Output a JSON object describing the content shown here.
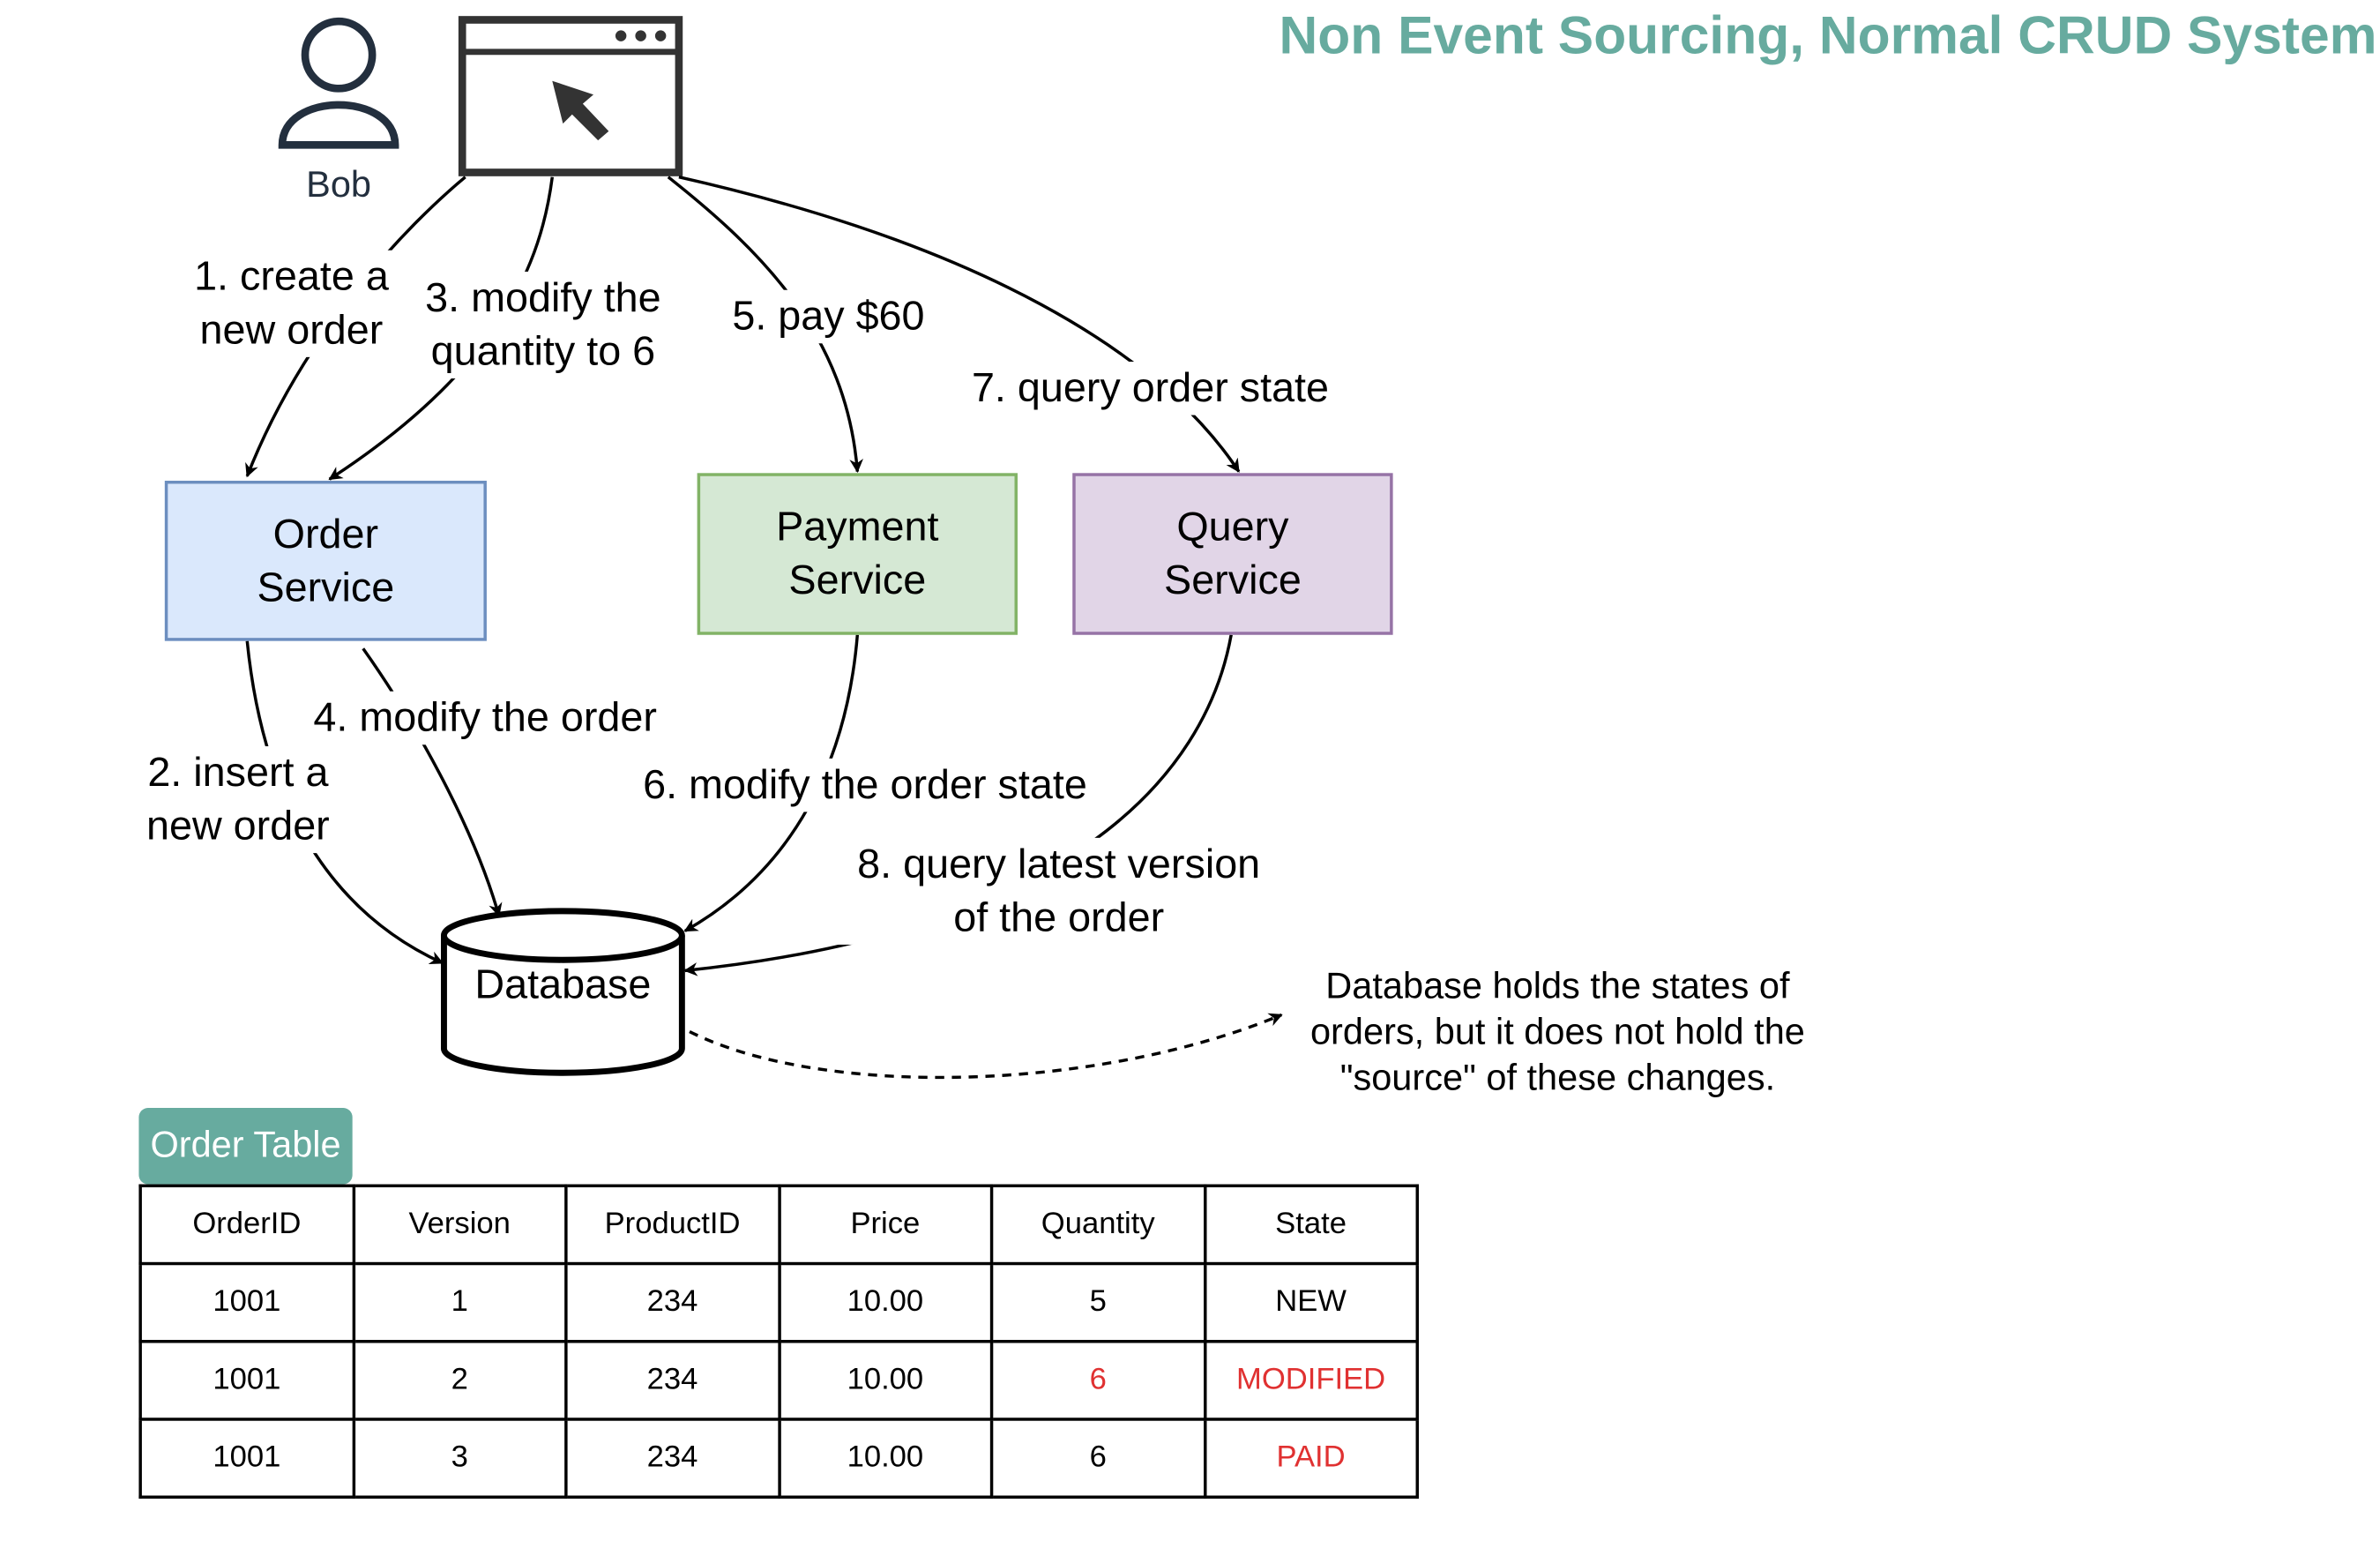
{
  "title": "Non Event Sourcing, Normal CRUD System",
  "actor": {
    "name": "Bob",
    "icon": "user-icon"
  },
  "browser": {
    "icon": "browser-window-icon",
    "cursor": "cursor-arrow-icon"
  },
  "services": {
    "order": {
      "label": "Order\nService",
      "fill": "#dae8fc",
      "stroke": "#6c8ebf"
    },
    "payment": {
      "label": "Payment\nService",
      "fill": "#d5e8d4",
      "stroke": "#82b366"
    },
    "query": {
      "label": "Query\nService",
      "fill": "#e1d5e7",
      "stroke": "#9673a6"
    }
  },
  "database": {
    "label": "Database",
    "icon": "database-cylinder-icon"
  },
  "steps": {
    "s1": "1. create a\nnew order",
    "s2": "2. insert a\nnew order",
    "s3": "3. modify the\nquantity to 6",
    "s4": "4. modify the order",
    "s5": "5. pay $60",
    "s6": "6. modify the order state",
    "s7": "7. query order state",
    "s8": "8. query latest version\nof the order"
  },
  "note": "Database holds the states of\norders, but it does not hold the\n\"source\" of these changes.",
  "table": {
    "tag": "Order Table",
    "columns": [
      "OrderID",
      "Version",
      "ProductID",
      "Price",
      "Quantity",
      "State"
    ],
    "rows": [
      [
        "1001",
        "1",
        "234",
        "10.00",
        "5",
        "NEW"
      ],
      [
        "1001",
        "2",
        "234",
        "10.00",
        "6",
        "MODIFIED"
      ],
      [
        "1001",
        "3",
        "234",
        "10.00",
        "6",
        "PAID"
      ]
    ]
  },
  "colors": {
    "accent": "#67ab9f",
    "highlight": "#e03131",
    "icon": "#232f3e",
    "line": "#000000"
  }
}
